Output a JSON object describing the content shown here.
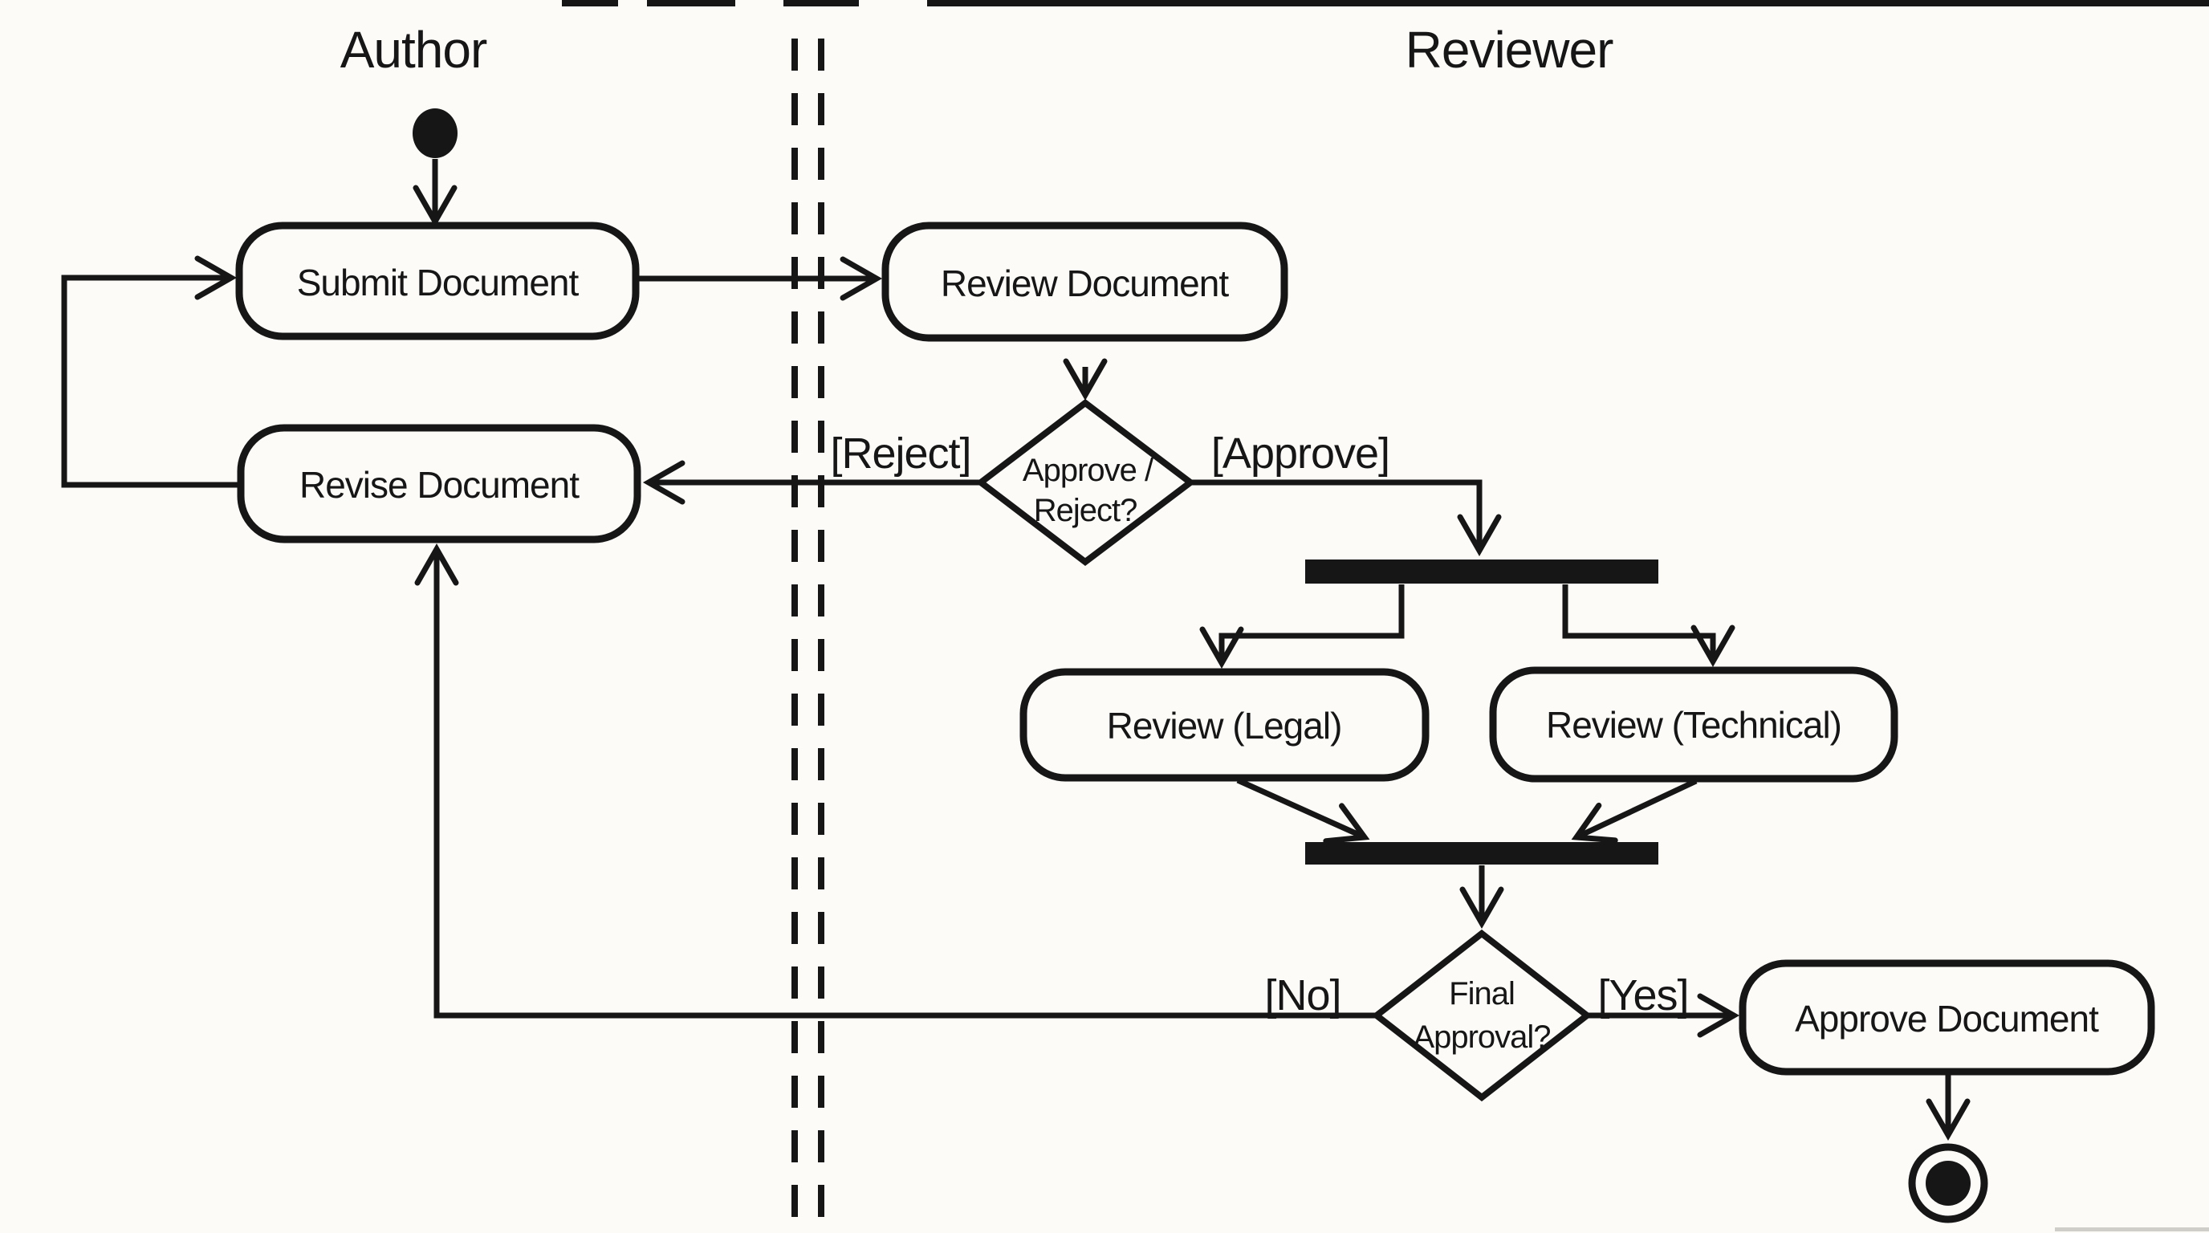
{
  "lanes": {
    "author": "Author",
    "reviewer": "Reviewer"
  },
  "nodes": {
    "submit": "Submit Document",
    "review": "Review Document",
    "revise": "Revise Document",
    "legal": "Review (Legal)",
    "technical": "Review (Technical)",
    "approve": "Approve Document"
  },
  "decisions": {
    "approve_reject": {
      "line1": "Approve /",
      "line2": "Reject?"
    },
    "final_approval": {
      "line1": "Final",
      "line2": "Approval?"
    }
  },
  "edge_labels": {
    "reject": "[Reject]",
    "approve": "[Approve]",
    "no": "[No]",
    "yes": "[Yes]"
  },
  "colors": {
    "ink": "#161616",
    "background": "#fcfbf8"
  }
}
